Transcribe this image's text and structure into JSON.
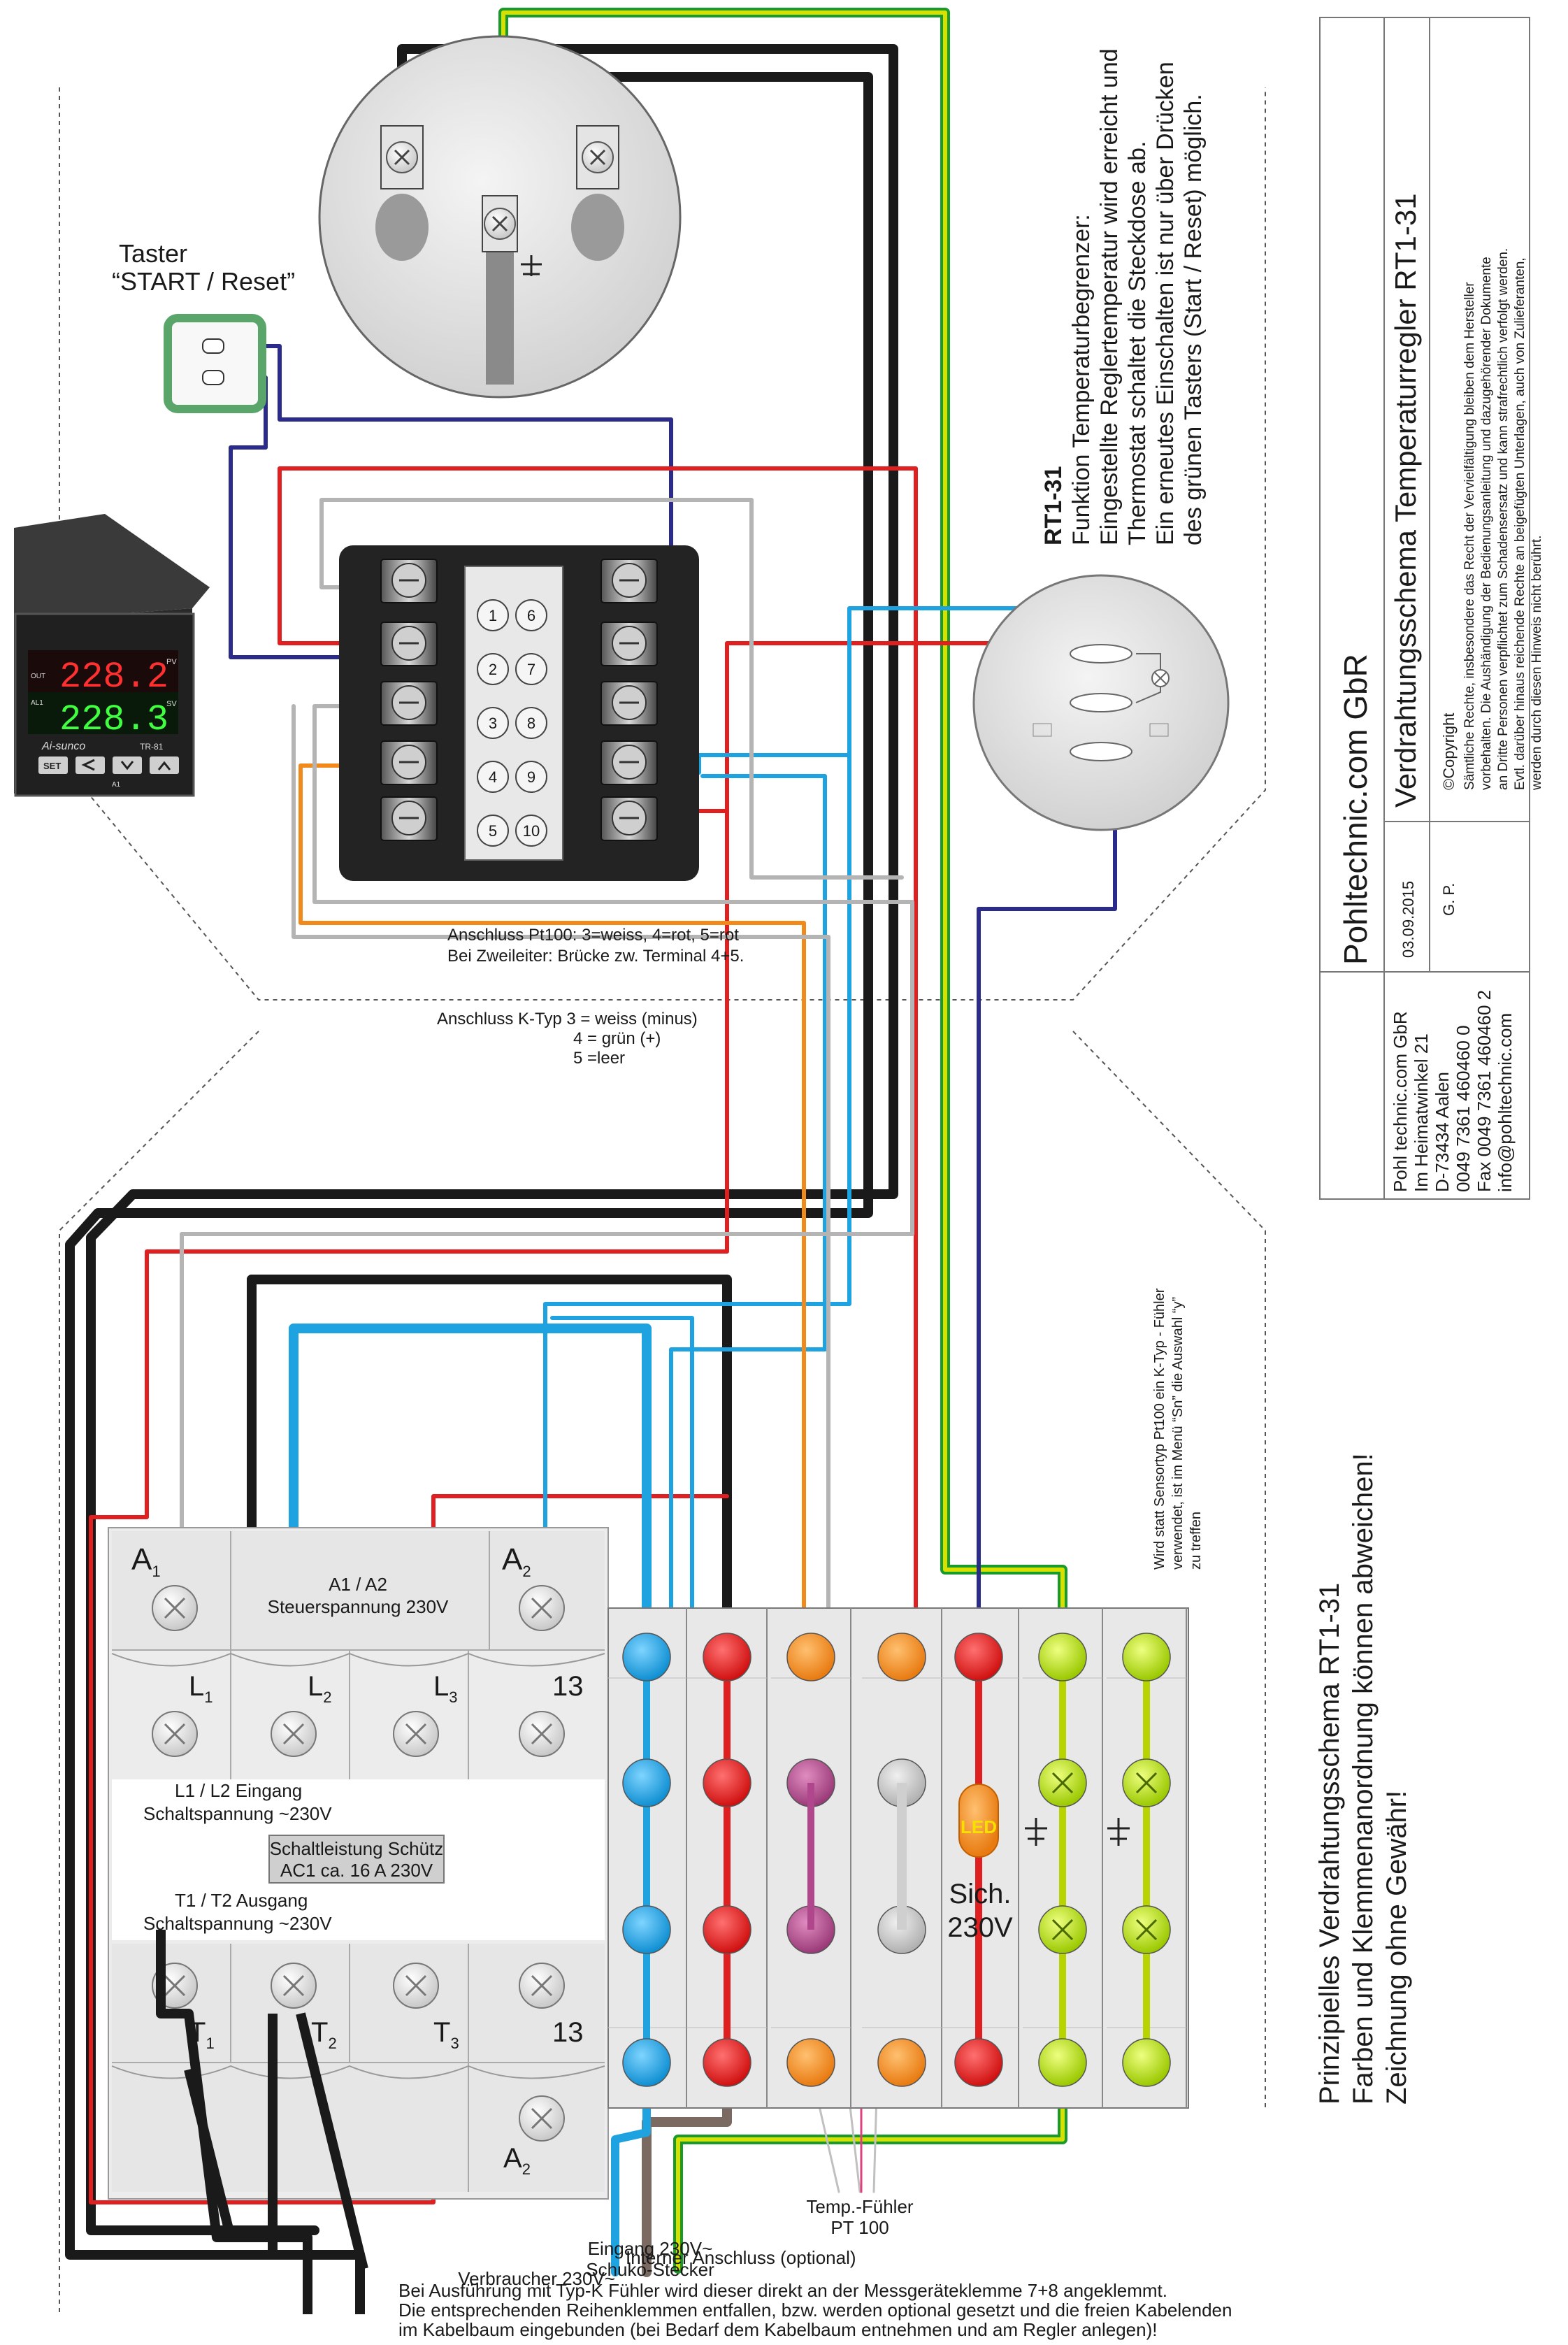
{
  "button": {
    "title_line1": "Taster",
    "title_line2": "“START / Reset”"
  },
  "controller": {
    "pv": "228.2",
    "sv": "228.3",
    "pv_label": "PV",
    "sv_label": "SV",
    "out_label": "OUT",
    "al1_label": "AL1",
    "brand": "Ai-sunco",
    "model": "TR-81",
    "set_label": "SET",
    "a1_label": "A1"
  },
  "terminal_numbers": [
    "1",
    "2",
    "3",
    "4",
    "5",
    "6",
    "7",
    "8",
    "9",
    "10"
  ],
  "notes": {
    "pt100_line1": "Anschluss Pt100: 3=weiss, 4=rot, 5=rot",
    "pt100_line2": "Bei Zweileiter: Brücke zw. Terminal 4+5.",
    "k_line1": "Anschluss K-Typ 3 = weiss (minus)",
    "k_line2": "4 = grün (+)",
    "k_line3": "5 =leer",
    "ktype_line1": "Wird statt Sensortyp Pt100 ein K-Typ - Fühler",
    "ktype_line2": "verwendet, ist im Menü “Sn” die Auswahl “y”",
    "ktype_line3": "zu treffen",
    "bottom_line1": "Bei Ausführung mit Typ-K Fühler wird dieser direkt an der Messgeräteklemme 7+8 angeklemmt.",
    "bottom_line2": "Die entsprechenden Reihenklemmen entfallen, bzw. werden optional gesetzt und die freien Kabelenden",
    "bottom_line3": "im Kabelbaum eingebunden (bei Bedarf dem Kabelbaum entnehmen und am Regler anlegen)!"
  },
  "rt31": {
    "heading": "RT1-31",
    "line1": "Funktion Temperaturbegrenzer:",
    "line2": "Eingestellte Reglertemperatur wird erreicht und",
    "line3": "Thermostat schaltet die Steckdose ab.",
    "line4": "Ein erneutes Einschalten ist nur über Drücken",
    "line5": "des grünen Tasters (Start / Reset) möglich."
  },
  "contactor": {
    "a1": "A",
    "a1_sub": "1",
    "a2": "A",
    "a2_sub": "2",
    "control_line1": "A1 / A2",
    "control_line2": "Steuerspannung 230V",
    "l1": "L",
    "l1_sub": "1",
    "l2": "L",
    "l2_sub": "2",
    "l3": "L",
    "l3_sub": "3",
    "n13": "13",
    "input_line1": "L1 / L2 Eingang",
    "input_line2": "Schaltspannung ~230V",
    "power_line1": "Schaltleistung Schütz",
    "power_line2": "AC1 ca. 16 A  230V",
    "output_line1": "T1 / T2 Ausgang",
    "output_line2": "Schaltspannung ~230V",
    "t1": "T",
    "t1_sub": "1",
    "t2": "T",
    "t2_sub": "2",
    "t3": "T",
    "t3_sub": "3",
    "n13b": "13",
    "a2b": "A",
    "a2b_sub": "2"
  },
  "terminal_block": {
    "led": "LED",
    "fuse_line1": "Sich.",
    "fuse_line2": "230V"
  },
  "labels": {
    "internal_line1": "Interner Anschluss (optional)",
    "internal_line2": "Verbraucher 230V~",
    "input_line1": "Eingang 230V~",
    "input_line2": "Schuko-Stecker",
    "sensor_line1": "Temp.-Fühler",
    "sensor_line2": "PT 100"
  },
  "diagram_title": {
    "line1": "Prinzipielles Verdrahtungsschema RT1-31",
    "line2": "Farben und Klemmenanordnung können abweichen!",
    "line3": "Zeichnung ohne Gewähr!"
  },
  "titleblock": {
    "company": "Pohltechnic.com GbR",
    "title": "Verdrahtungsschema Temperaturregler RT1-31",
    "date": "03.09.2015",
    "author": "G. P.",
    "copyright_heading": "Copyright",
    "copyright_lines": [
      "Sämtliche Rechte, insbesondere das Recht  der Vervielfältigung bleiben dem Hersteller",
      "vorbehalten. Die Aushändigung der Bedienungsanleitung und dazugehörender Dokumente",
      "an Dritte Personen verpflichtet zum Schadensersatz und kann strafrechtlich verfolgt werden.",
      "Evtl. darüber hinaus reichende Rechte an beigefügten Unterlagen, auch von Zulieferanten,",
      "werden durch diesen Hinweis nicht berührt."
    ],
    "address_lines": [
      "Pohl technic.com GbR",
      "Im Heimatwinkel 21",
      "D-73434 Aalen",
      "0049 7361 460460 0",
      "Fax 0049 7361 460460 2",
      "info@pohltechnic.com"
    ]
  },
  "colors": {
    "black": "#1a1a1a",
    "blue_dark": "#2b2b8c",
    "blue_light": "#1ea3e0",
    "red": "#e02020",
    "orange": "#f08a1c",
    "grey": "#b4b4b4",
    "green_yellow": "#b8d400",
    "violet": "#b0478c",
    "green": "#5fb95f"
  }
}
